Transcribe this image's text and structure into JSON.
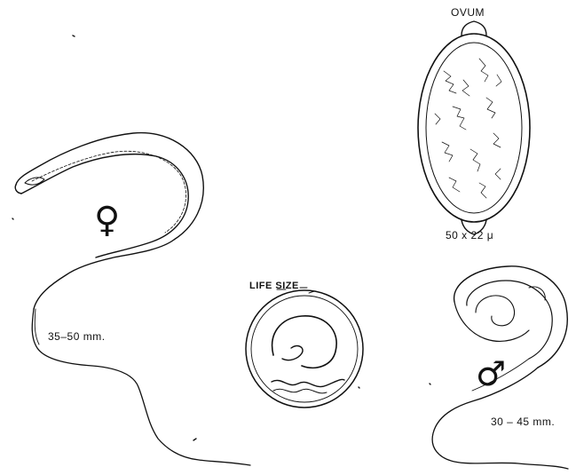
{
  "labels": {
    "ovum": "OVUM",
    "ovum_size": "50 x 22 μ",
    "life_size": "LIFE SIZE",
    "female_length": "35–50 mm.",
    "male_length": "30 – 45 mm."
  },
  "symbols": {
    "female": "♀",
    "male": "♂"
  },
  "colors": {
    "ink": "#111111",
    "paper": "#ffffff"
  }
}
